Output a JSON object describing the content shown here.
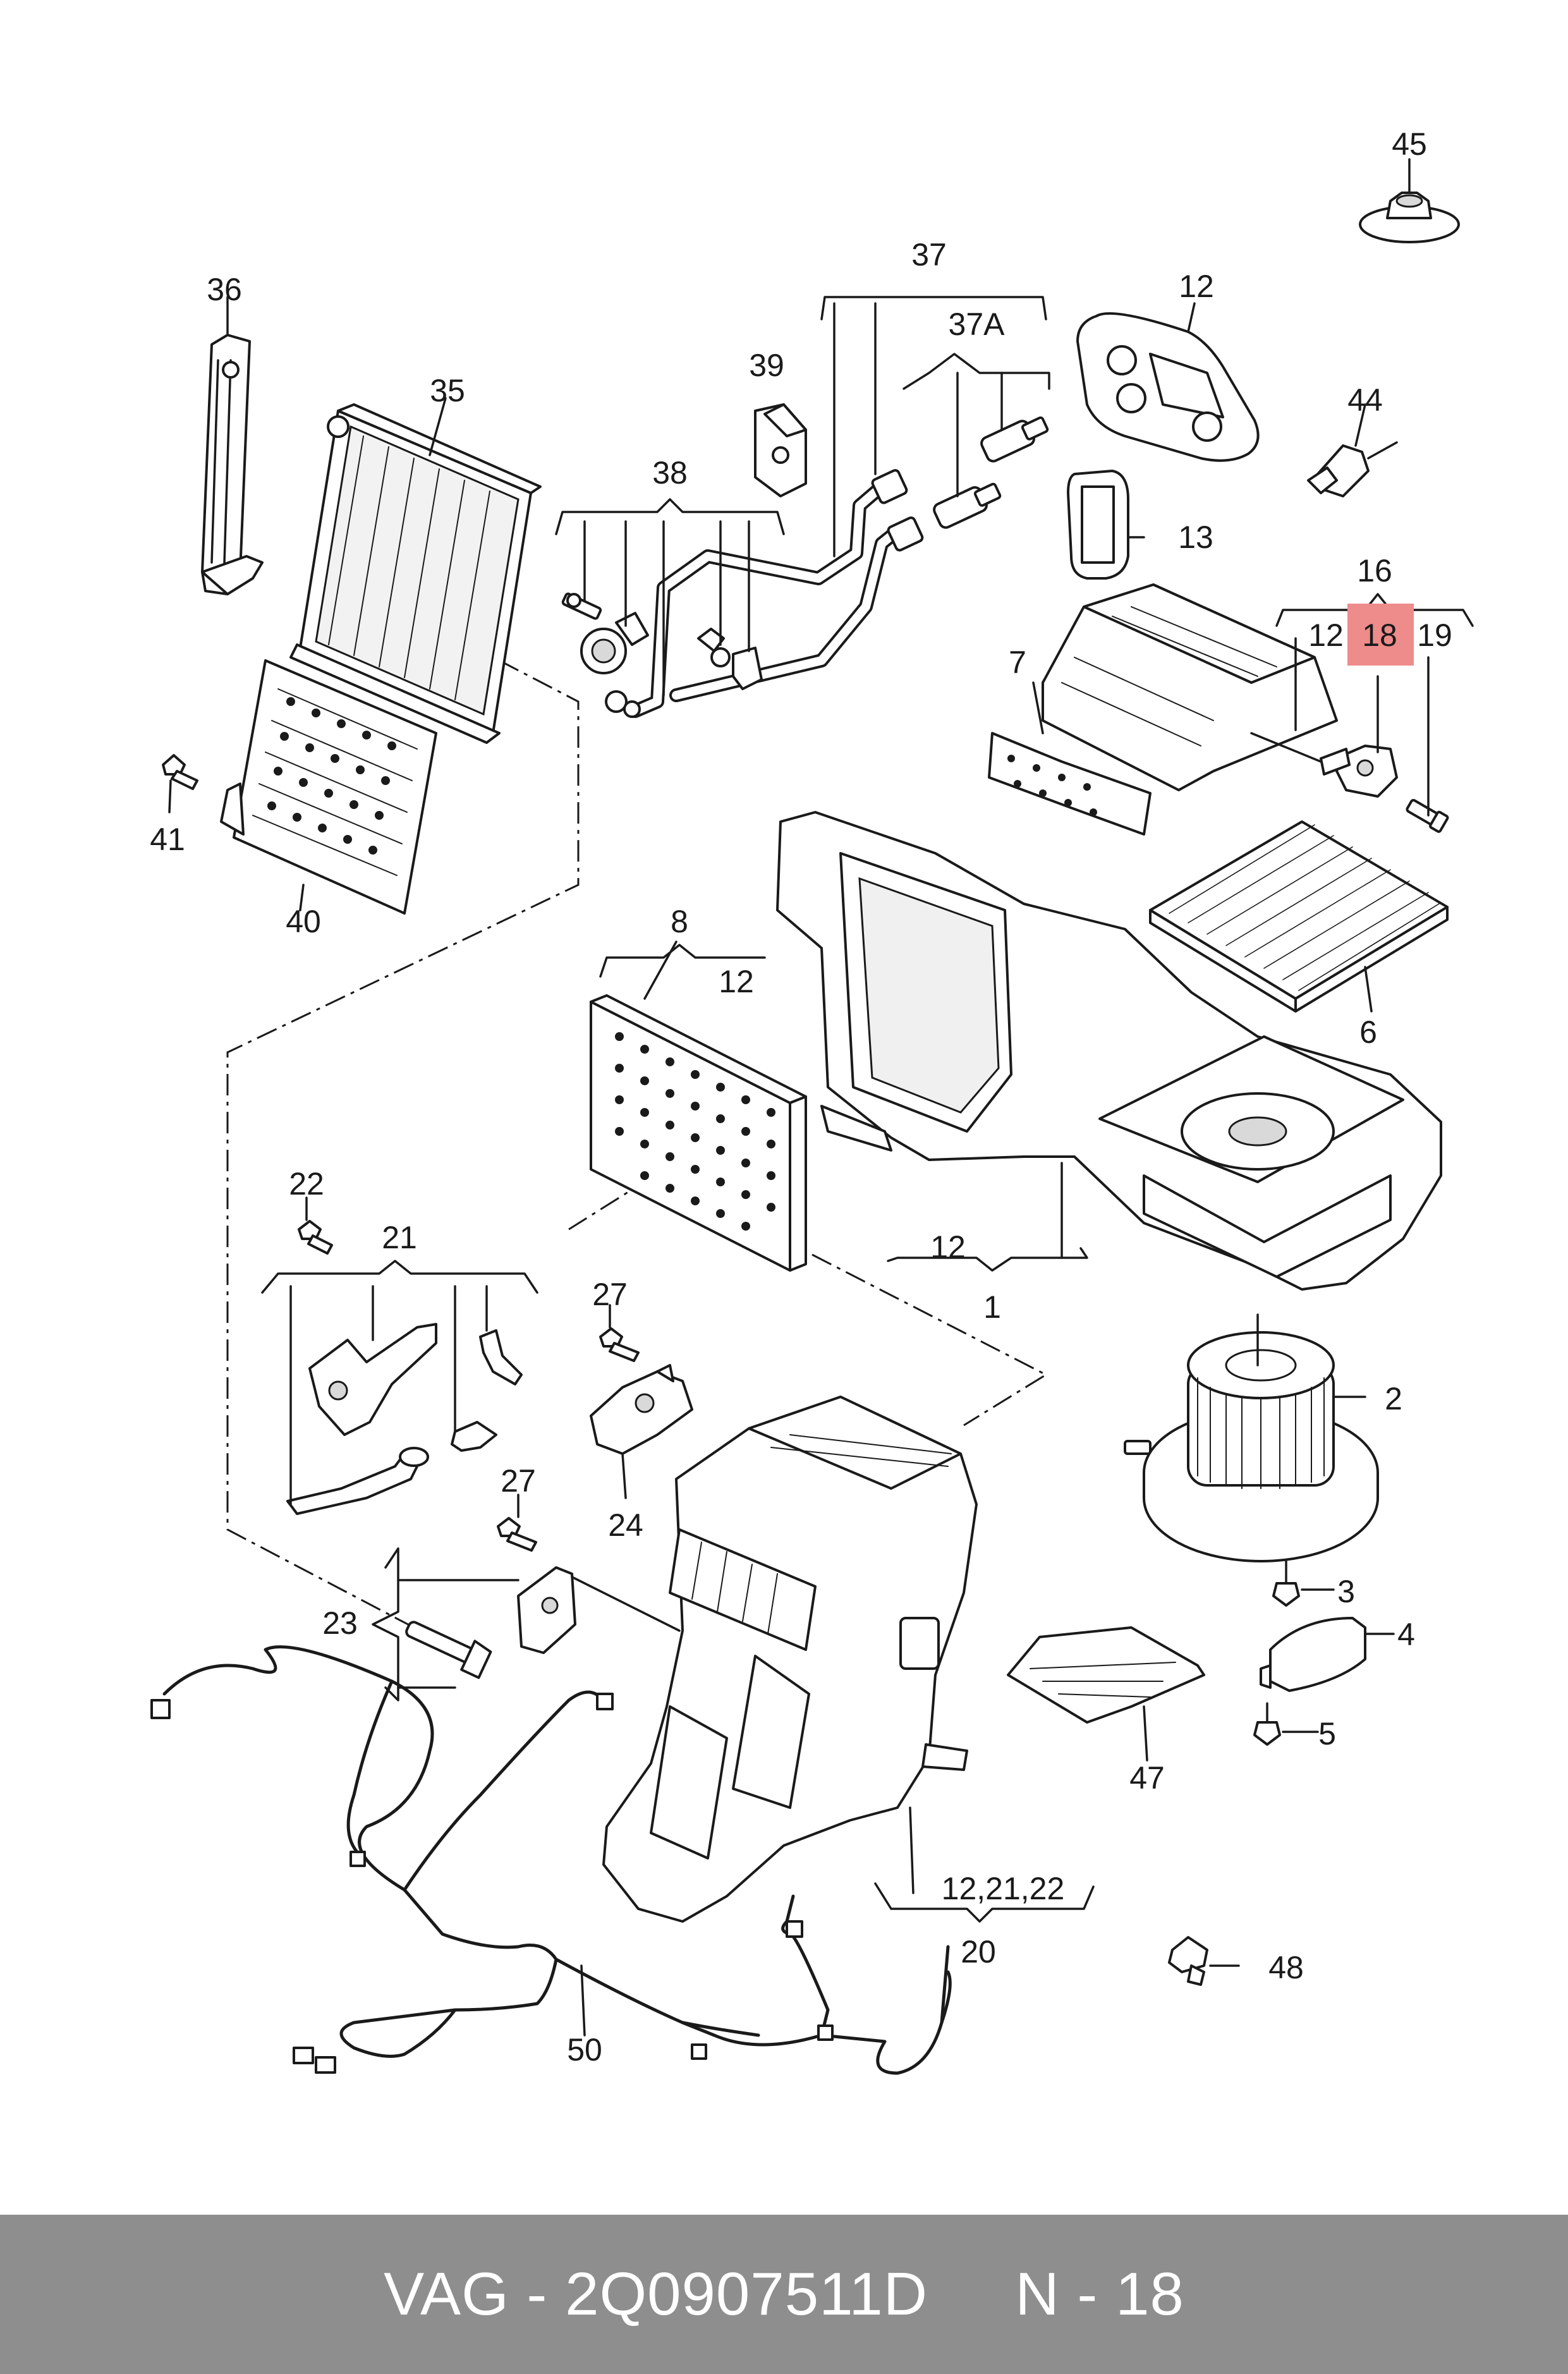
{
  "highlight_color": "#ee8b8b",
  "callouts": {
    "c45": "45",
    "c37": "37",
    "c37a": "37A",
    "c36": "36",
    "c12_top": "12",
    "c39": "39",
    "c35": "35",
    "c44": "44",
    "c38": "38",
    "c13": "13",
    "c16": "16",
    "c12_g16": "12",
    "c18": "18",
    "c19": "19",
    "c7": "7",
    "c41": "41",
    "c40": "40",
    "c8": "8",
    "c12_g8": "12",
    "c6": "6",
    "c22": "22",
    "c21": "21",
    "c12_g1": "12",
    "c1": "1",
    "c27a": "27",
    "c2": "2",
    "c24": "24",
    "c27b": "27",
    "c23": "23",
    "c3": "3",
    "c4": "4",
    "c47": "47",
    "c5": "5",
    "c12_21_22": "12,21,22",
    "c20": "20",
    "c48": "48",
    "c50": "50"
  },
  "footer": {
    "brand": "VAG",
    "part_number": "2Q0907511D",
    "position_ref": "N - 18",
    "full_label": "VAG - 2Q0907511D     N - 18"
  }
}
